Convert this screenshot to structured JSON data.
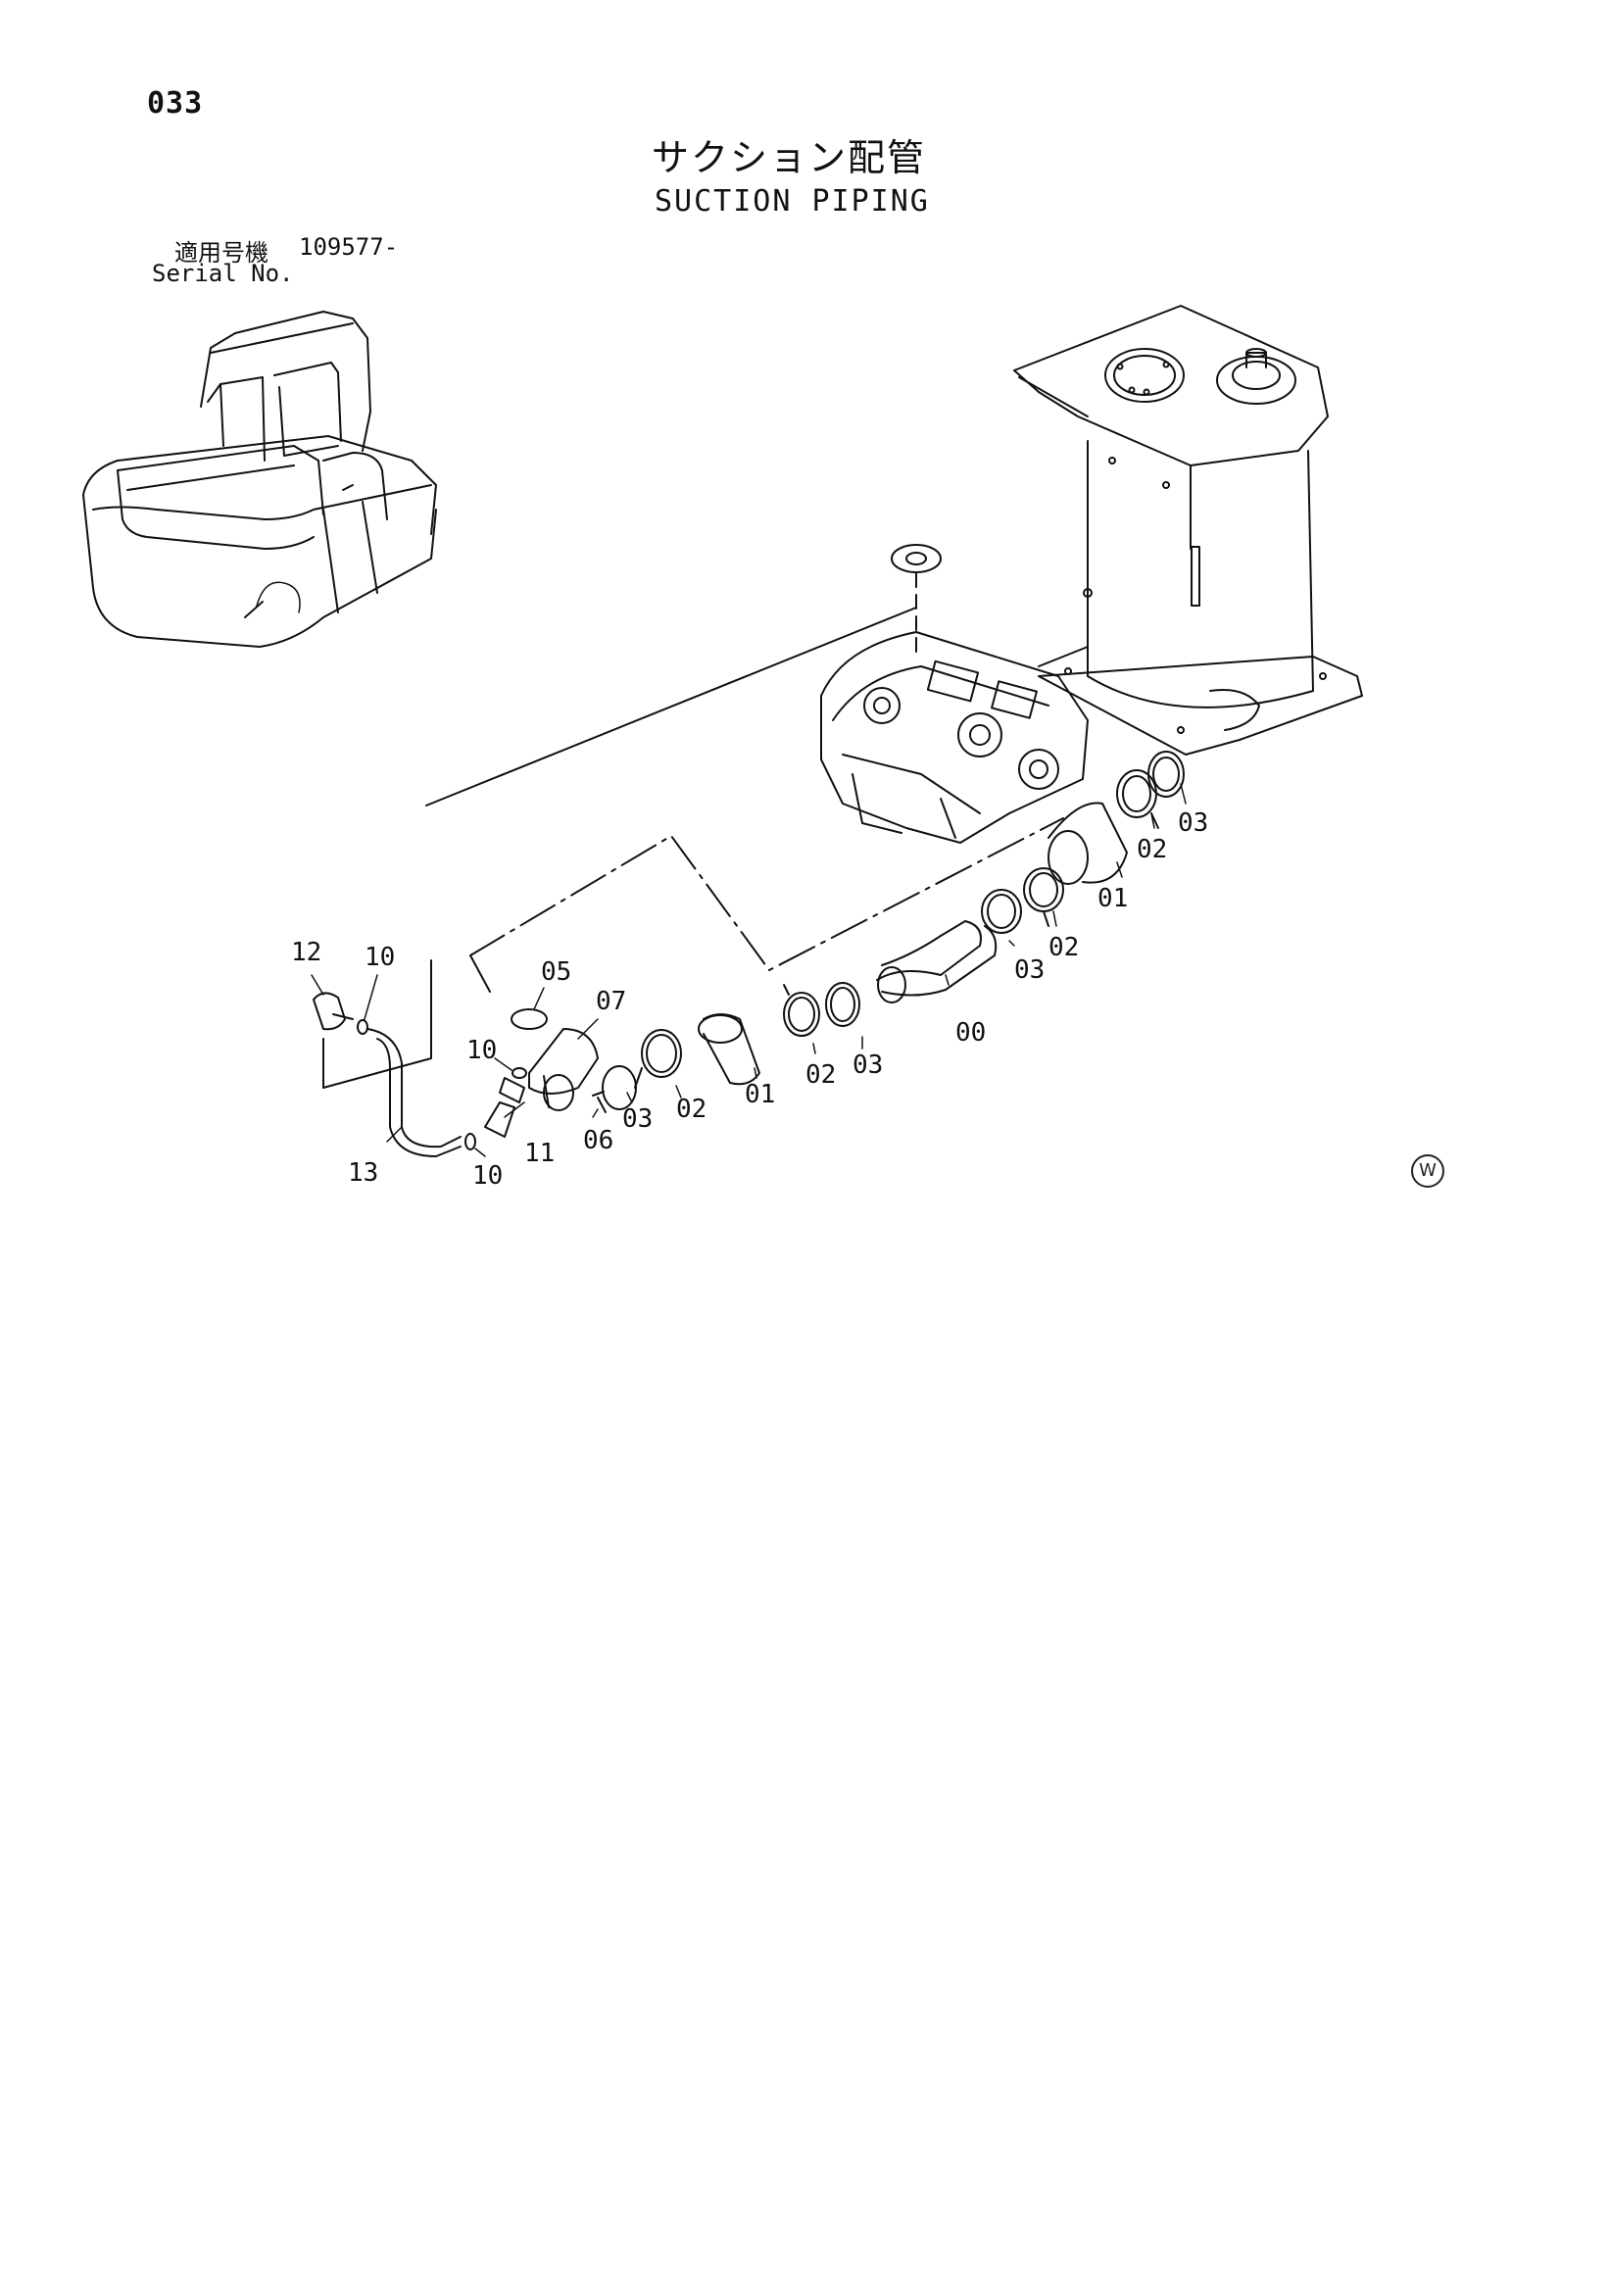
{
  "header": {
    "page_number": "033",
    "title_jp": "サクション配管",
    "title_en": "SUCTION PIPING",
    "serial_label_jp": "適用号機",
    "serial_value": "109577-",
    "serial_label_en": "Serial No."
  },
  "watermark": "W",
  "callouts": [
    {
      "id": "c-12",
      "label": "12"
    },
    {
      "id": "c-10a",
      "label": "10"
    },
    {
      "id": "c-05",
      "label": "05"
    },
    {
      "id": "c-07",
      "label": "07"
    },
    {
      "id": "c-10b",
      "label": "10"
    },
    {
      "id": "c-13",
      "label": "13"
    },
    {
      "id": "c-10c",
      "label": "10"
    },
    {
      "id": "c-11",
      "label": "11"
    },
    {
      "id": "c-06",
      "label": "06"
    },
    {
      "id": "c-03a",
      "label": "03"
    },
    {
      "id": "c-02a",
      "label": "02"
    },
    {
      "id": "c-01a",
      "label": "01"
    },
    {
      "id": "c-02b",
      "label": "02"
    },
    {
      "id": "c-03b",
      "label": "03"
    },
    {
      "id": "c-00",
      "label": "00"
    },
    {
      "id": "c-03c",
      "label": "03"
    },
    {
      "id": "c-02c",
      "label": "02"
    },
    {
      "id": "c-01b",
      "label": "01"
    },
    {
      "id": "c-02d",
      "label": "02"
    },
    {
      "id": "c-03d",
      "label": "03"
    }
  ]
}
